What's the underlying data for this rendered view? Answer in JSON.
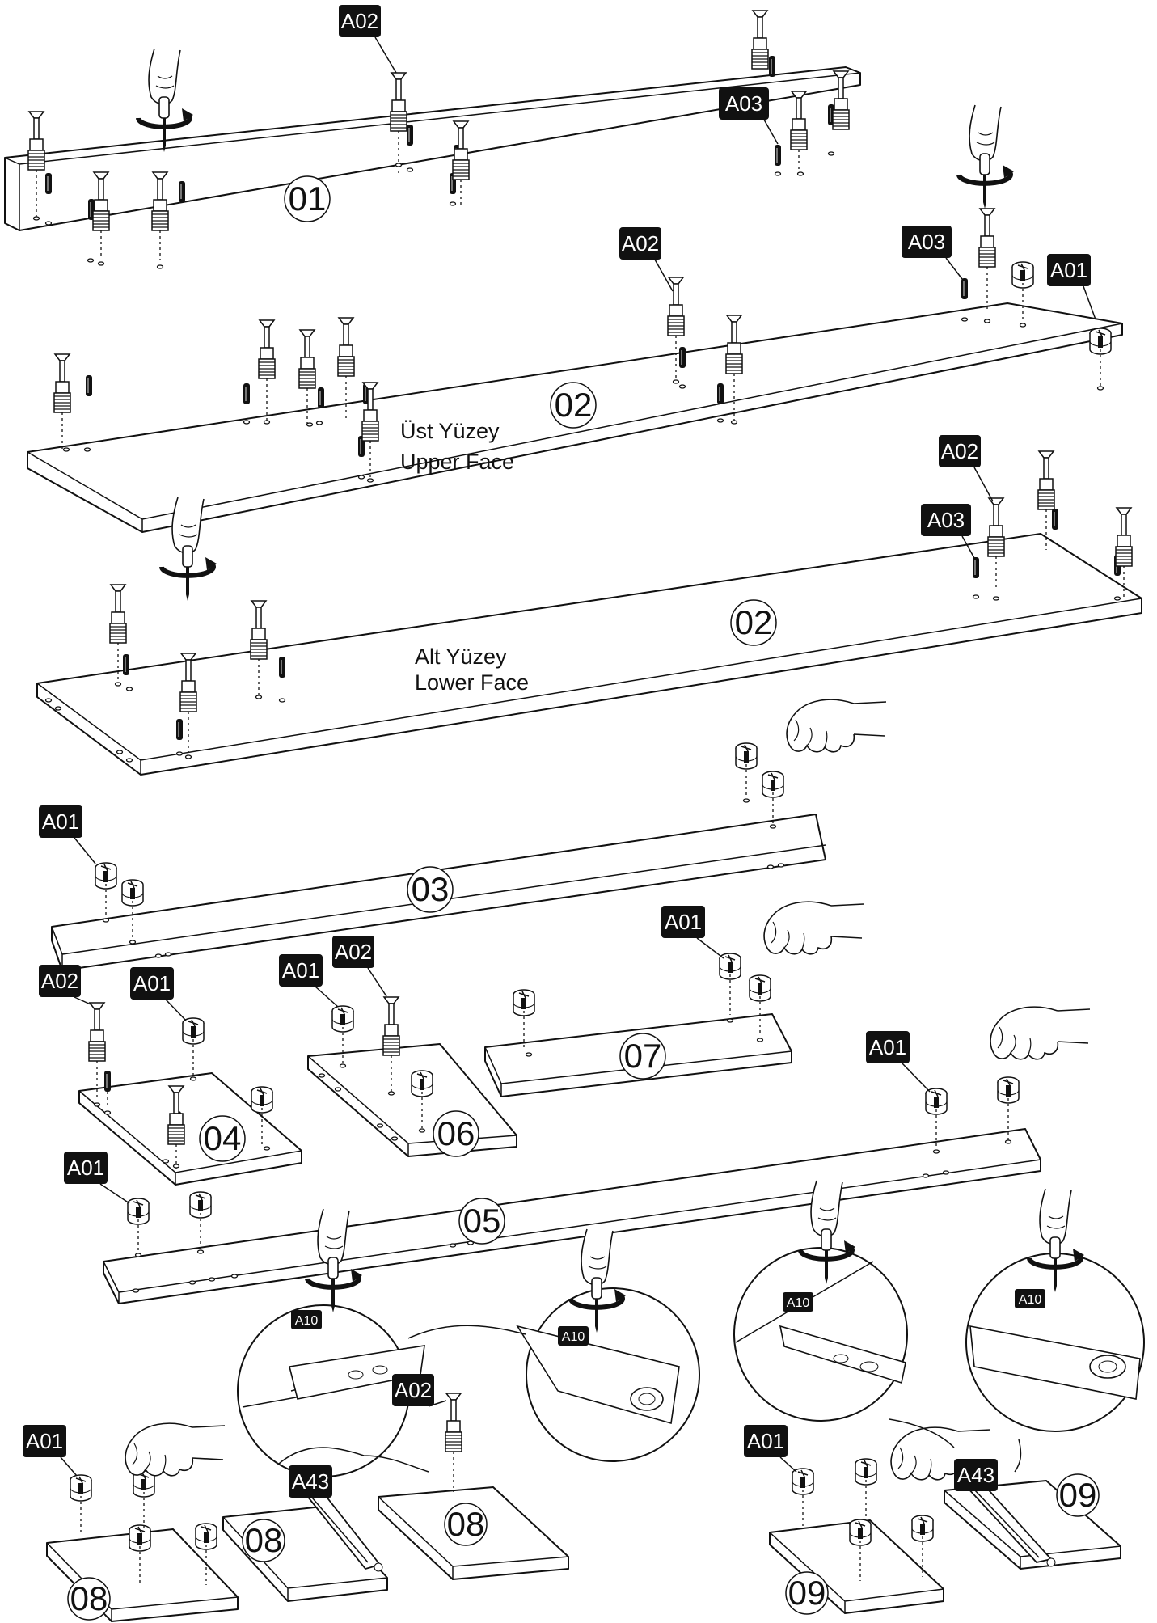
{
  "theme": {
    "label_bg": "#111111",
    "label_fg": "#ffffff",
    "line": "#111111",
    "paper": "#ffffff"
  },
  "parts": {
    "a01": "A01",
    "a02": "A02",
    "a03": "A03",
    "a10": "A10",
    "a43": "A43"
  },
  "panels": {
    "p01": "01",
    "p02": "02",
    "p03": "03",
    "p04": "04",
    "p05": "05",
    "p06": "06",
    "p07": "07",
    "p08": "08",
    "p09": "09"
  },
  "faces": {
    "upper_tr": "Üst Yüzey",
    "upper_en": "Upper Face",
    "lower_tr": "Alt Yüzey",
    "lower_en": "Lower Face"
  },
  "icons": [
    "hand-screwdriver-icon",
    "hand-push-icon",
    "cam-lock-icon",
    "connector-bolt-icon",
    "wooden-dowel-icon",
    "drawer-runner-icon",
    "detail-magnifier-icon"
  ]
}
